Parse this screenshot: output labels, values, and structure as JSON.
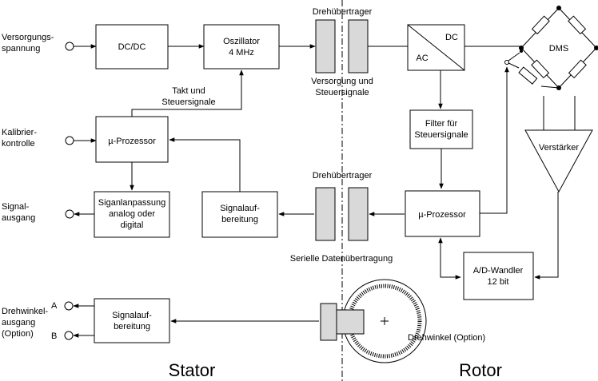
{
  "inputs": {
    "supply_line1": "Versorgungs-",
    "supply_line2": "spannung",
    "calib_line1": "Kalibrier-",
    "calib_line2": "kontrolle",
    "signal_line1": "Signal-",
    "signal_line2": "ausgang",
    "angle_line1": "Drehwinkel-",
    "angle_line2": "ausgang",
    "angle_line3": "(Option)",
    "angle_a": "A",
    "angle_b": "B"
  },
  "blocks": {
    "dcdc": "DC/DC",
    "oscillator_line1": "Oszillator",
    "oscillator_line2": "4 MHz",
    "mp_stator": "µ-Prozessor",
    "sig_adapt_line1": "Siganlanpassung",
    "sig_adapt_line2": "analog oder",
    "sig_adapt_line3": "digital",
    "sig_proc_line1": "Signalauf-",
    "sig_proc_line2": "bereitung",
    "sig_proc2_line1": "Signalauf-",
    "sig_proc2_line2": "bereitung",
    "acdc_dc": "DC",
    "acdc_ac": "AC",
    "filter_line1": "Filter für",
    "filter_line2": "Steuersignale",
    "mp_rotor": "µ-Prozessor",
    "adc_line1": "A/D-Wandler",
    "adc_line2": "12 bit",
    "amplifier": "Verstärker",
    "dms": "DMS"
  },
  "labels": {
    "rot_transfer_top": "Drehübertrager",
    "supply_control_line1": "Versorgung und",
    "supply_control_line2": "Steuersignale",
    "clock_line1": "Takt und",
    "clock_line2": "Steuersignale",
    "rot_transfer_mid": "Drehübertrager",
    "serial": "Serielle Datenübertragung",
    "angle_option": "Drehwinkel (Option)",
    "stator": "Stator",
    "rotor": "Rotor"
  }
}
